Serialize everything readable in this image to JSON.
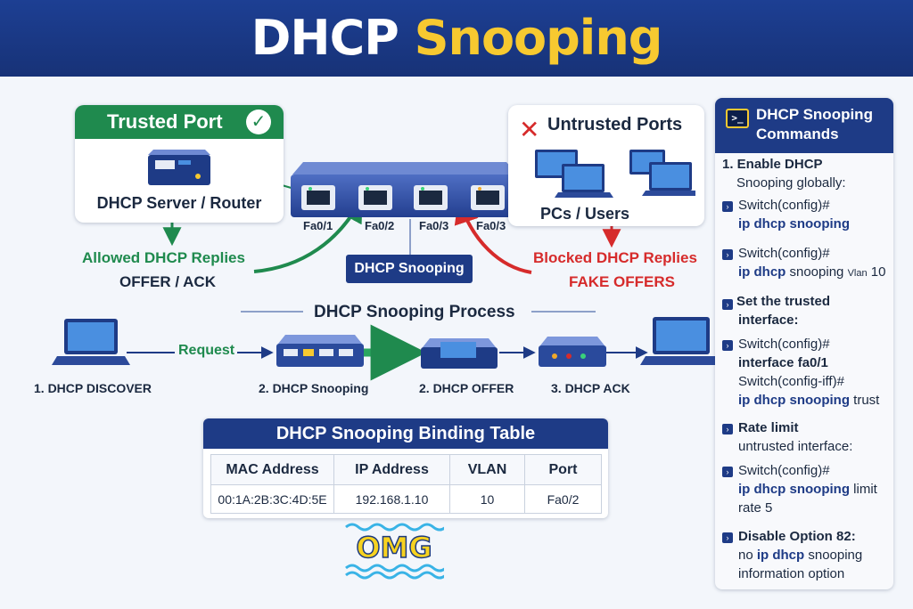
{
  "title": {
    "part1": "DHCP",
    "part2": "Snooping"
  },
  "trusted": {
    "heading": "Trusted Port",
    "device_label": "DHCP Server / Router",
    "flow_label": "Allowed DHCP Replies",
    "flow_sub": "OFFER / ACK"
  },
  "untrusted": {
    "heading": "Untrusted Ports",
    "device_label": "PCs / Users",
    "flow_label": "Blocked DHCP Replies",
    "flow_sub": "FAKE OFFERS"
  },
  "switch": {
    "ports": [
      "Fa0/1",
      "Fa0/2",
      "Fa0/3",
      "Fa0/3"
    ],
    "label": "DHCP Snooping"
  },
  "process": {
    "title": "DHCP Snooping Process",
    "request_label": "Request",
    "steps": [
      "1. DHCP DISCOVER",
      "2. DHCP Snooping",
      "2. DHCP OFFER",
      "3. DHCP ACK"
    ]
  },
  "binding_table": {
    "title": "DHCP Snooping Binding Table",
    "headers": [
      "MAC Address",
      "IP Address",
      "VLAN",
      "Port"
    ],
    "rows": [
      [
        "00:1A:2B:3C:4D:5E",
        "192.168.1.10",
        "10",
        "Fa0/2"
      ]
    ]
  },
  "watermark": {
    "text": "OMG"
  },
  "commands": {
    "heading_line1": "DHCP Snooping",
    "heading_line2": "Commands",
    "s1_title_a": "1. Enable DHCP",
    "s1_title_b": "Snooping globally:",
    "c1_prompt": "Switch(config)#",
    "c1_cmd": "ip dhcp snooping",
    "c2_prompt": "Switch(config)#",
    "c2_cmd_a": "ip dhcp",
    "c2_cmd_b": "snooping",
    "c2_cmd_c": "Vlan",
    "c2_cmd_d": "10",
    "s2_title_a": "Set the trusted",
    "s2_title_b": "interface:",
    "c3_prompt": "Switch(config)#",
    "c3_cmd": "interface fa0/1",
    "c3_prompt2": "Switch(config-iff)#",
    "c3_cmd2_a": "ip dhcp snooping",
    "c3_cmd2_b": "trust",
    "s3_title_a": "Rate limit",
    "s3_title_b": "untrusted interface:",
    "c4_prompt": "Switch(config)#",
    "c4_cmd_a": "ip dhcp snooping",
    "c4_cmd_b": "limit",
    "c4_cmd_c": "rate 5",
    "s4_title": "Disable Option 82:",
    "c5_a": "no",
    "c5_b": "ip dhcp",
    "c5_c": "snooping",
    "c5_d": "information option"
  },
  "colors": {
    "header_bg": "#1d3f93",
    "title_yellow": "#f7c930",
    "trusted_green": "#1f8a4e",
    "blocked_red": "#d62b2b",
    "navy": "#1e3b86"
  },
  "icons": [
    "check-icon",
    "x-icon",
    "server-icon",
    "switch-icon",
    "laptop-icon",
    "monitor-icon",
    "terminal-icon",
    "router-icon"
  ]
}
